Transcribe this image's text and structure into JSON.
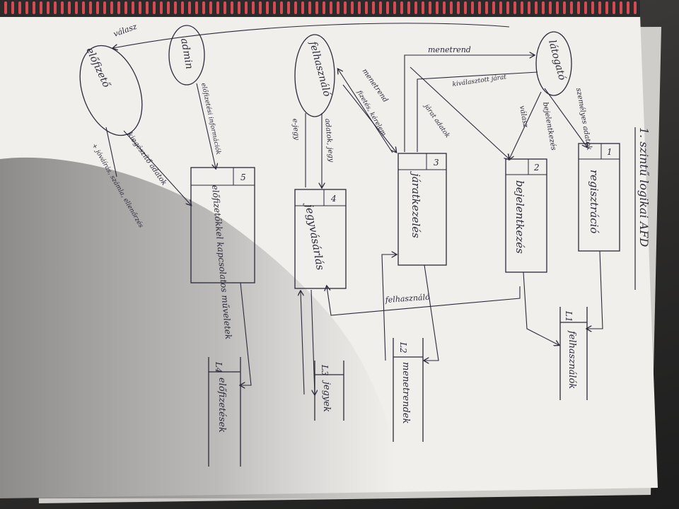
{
  "page_title": "1. szintű logikai AFD",
  "externals": {
    "elofizeto": "előfizető",
    "admin": "admin",
    "felhasznalo": "felhasználó",
    "latogato": "látogató"
  },
  "processes": [
    {
      "number": "1",
      "label": "regisztráció"
    },
    {
      "number": "2",
      "label": "bejelentkezés"
    },
    {
      "number": "3",
      "label": "járatkezelés"
    },
    {
      "number": "4",
      "label": "jegyvásárlás"
    },
    {
      "number": "5",
      "label": "előfizetőkkel kapcsolatos műveletek"
    }
  ],
  "stores": [
    {
      "id": "L1",
      "label": "felhasználók"
    },
    {
      "id": "L2",
      "label": "menetrendek"
    },
    {
      "id": "L3",
      "label": "jegyek"
    },
    {
      "id": "L4",
      "label": "előfizetések"
    }
  ],
  "flows": {
    "valasz": "válasz",
    "menetrend": "menetrend",
    "menetrend_2": "menetrend",
    "kivalasztott_jarat": "kiválasztott járat",
    "jarat_adatok": "járat adatok",
    "szemelyes_adatok": "személyes adatok",
    "bejelentkezes": "bejelentkezés",
    "valasz_2": "válasz",
    "elofizetes_inform": "előfizetési információk",
    "e_jegy": "e-jegy",
    "adatok_jegy": "adatok, jegy",
    "kiegeszito_adatok": "kiegészítő adatok",
    "felhasznalo": "felhasználó",
    "fizetes_kerelem": "fizetés, kérelem",
    "jovairas": "+ jóváírás, számla, ellenőrzés"
  }
}
